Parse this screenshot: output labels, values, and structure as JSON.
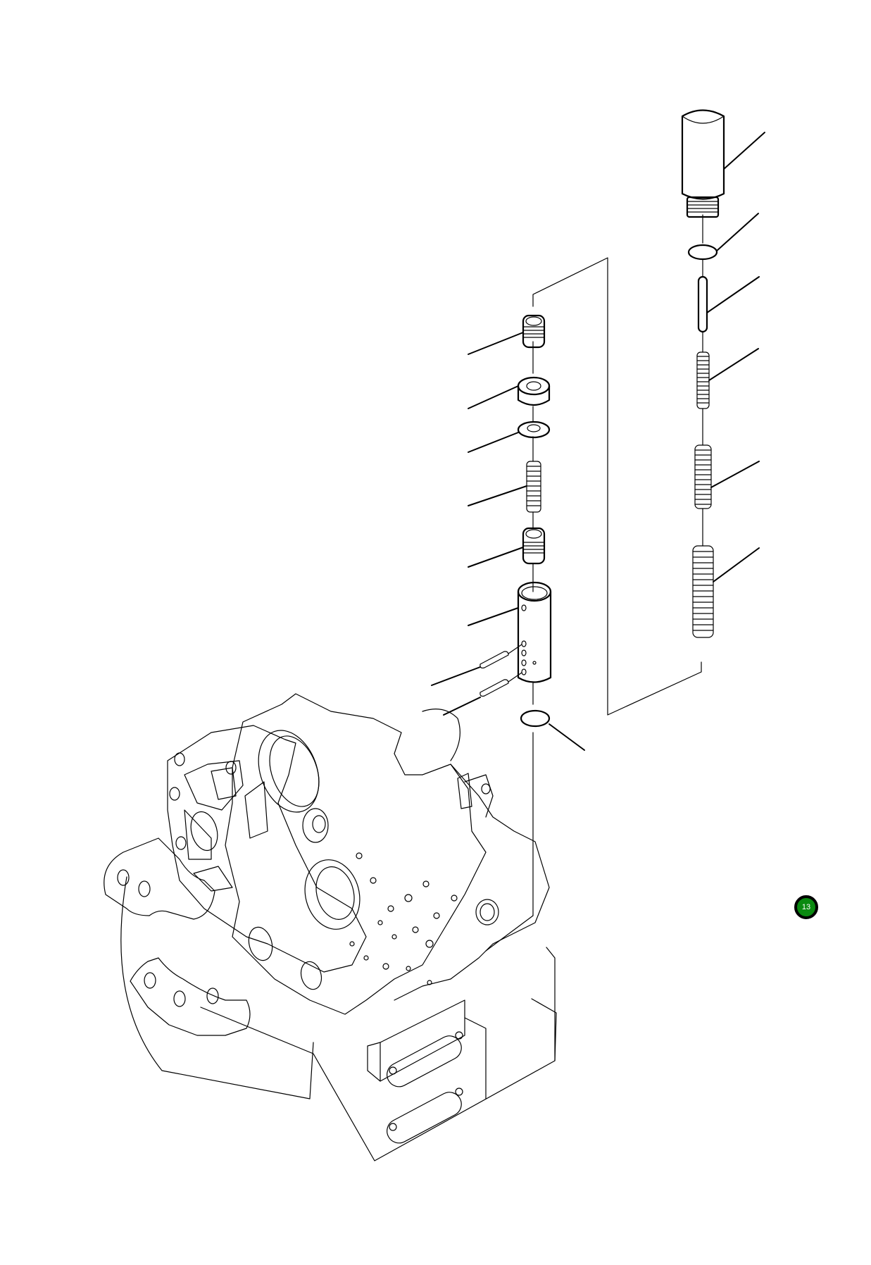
{
  "diagram": {
    "type": "exploded-parts-view",
    "subject": "valve assembly exploded above transmission/gear housing",
    "page_badge": {
      "label": "13",
      "color": "#0a8a10",
      "border": "#000000"
    },
    "right_stack": {
      "parts": [
        "cap",
        "o-ring",
        "pin",
        "small-spring",
        "medium-spring",
        "large-spring"
      ],
      "leader_count": 6
    },
    "left_stack": {
      "parts": [
        "threaded-plug",
        "spacer",
        "washer",
        "spring",
        "threaded-insert",
        "sleeve",
        "roll-pin-upper",
        "roll-pin-lower",
        "o-ring"
      ],
      "leader_count": 9
    },
    "housing": {
      "name": "gear-housing"
    }
  }
}
